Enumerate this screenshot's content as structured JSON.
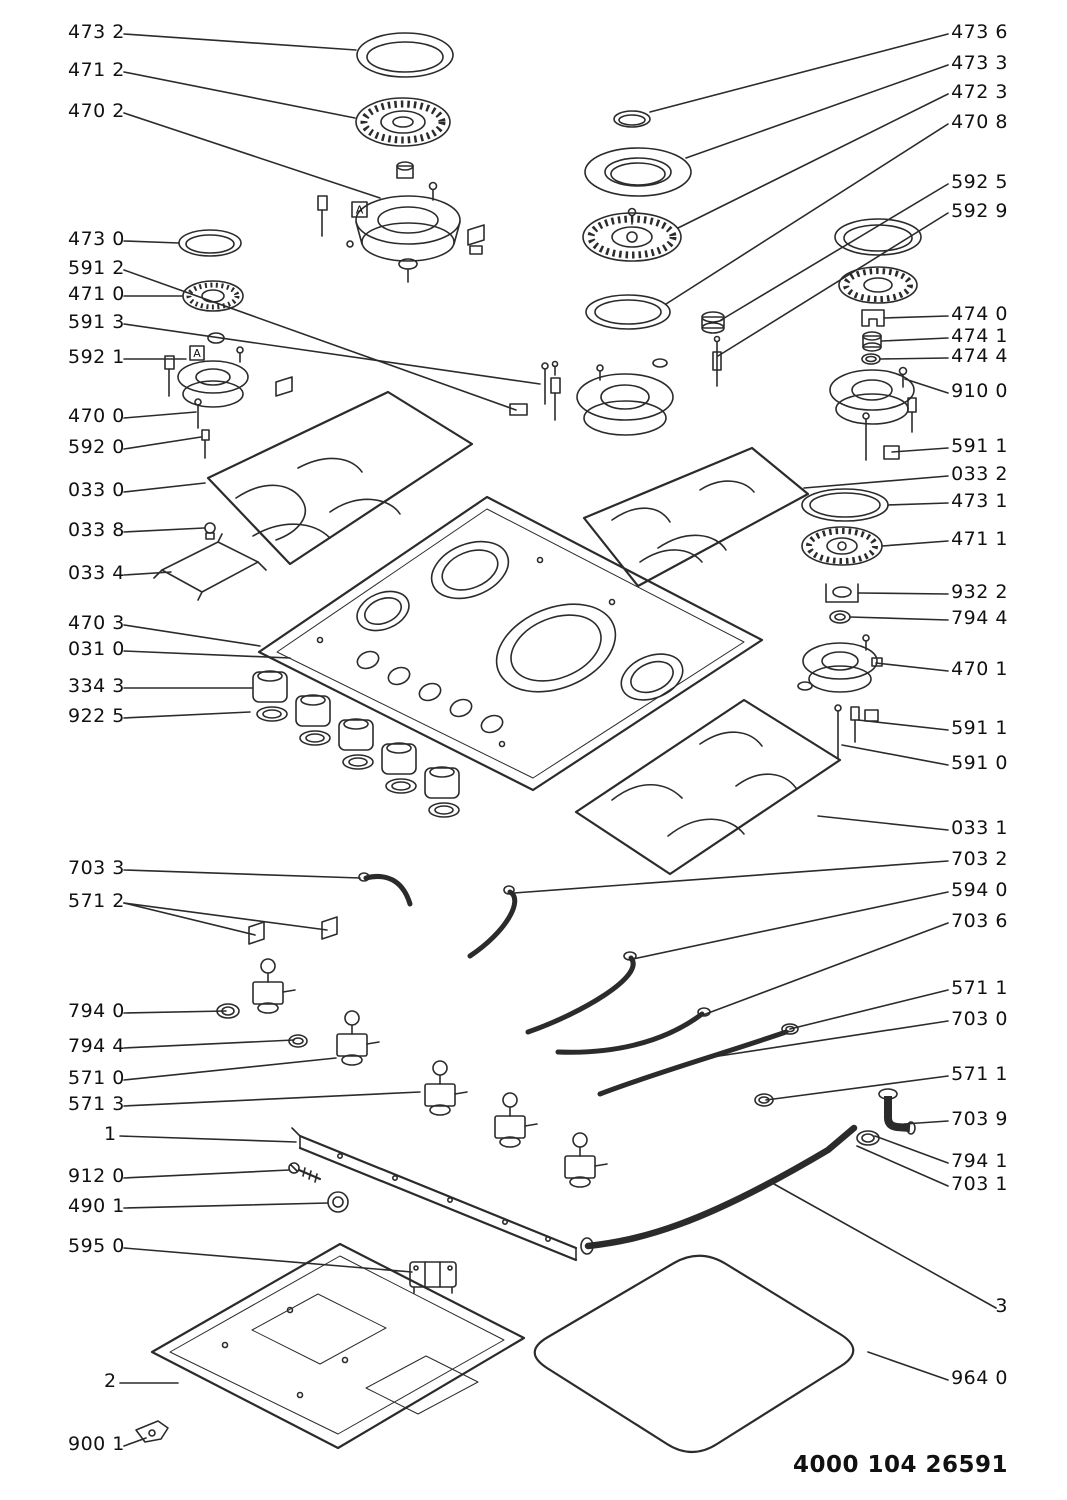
{
  "labels": {
    "left": [
      "473 2",
      "471 2",
      "470 2",
      "473 0",
      "591 2",
      "471 0",
      "591 3",
      "592 1",
      "470 0",
      "592 0",
      "033 0",
      "033 8",
      "033 4",
      "470 3",
      "031 0",
      "334 3",
      "922 5",
      "703 3",
      "571 2",
      "794 0",
      "794 4",
      "571 0",
      "571 3",
      "1",
      "912 0",
      "490 1",
      "595 0",
      "2",
      "900 1"
    ],
    "right": [
      "473 6",
      "473 3",
      "472 3",
      "470 8",
      "592 5",
      "592 9",
      "474 0",
      "474 1",
      "474 4",
      "910 0",
      "591 1",
      "033 2",
      "473 1",
      "471 1",
      "932 2",
      "794 4",
      "470 1",
      "591 1",
      "591 0",
      "033 1",
      "703 2",
      "594 0",
      "703 6",
      "571 1",
      "703 0",
      "571 1",
      "703 9",
      "794 1",
      "703 1",
      "3",
      "964 0"
    ]
  },
  "markers": [
    "A",
    "A"
  ],
  "footer": {
    "document_number": "4000 104 26591"
  },
  "colors": {
    "line": "#2b2b2b",
    "background": "#ffffff",
    "text": "#111111"
  }
}
